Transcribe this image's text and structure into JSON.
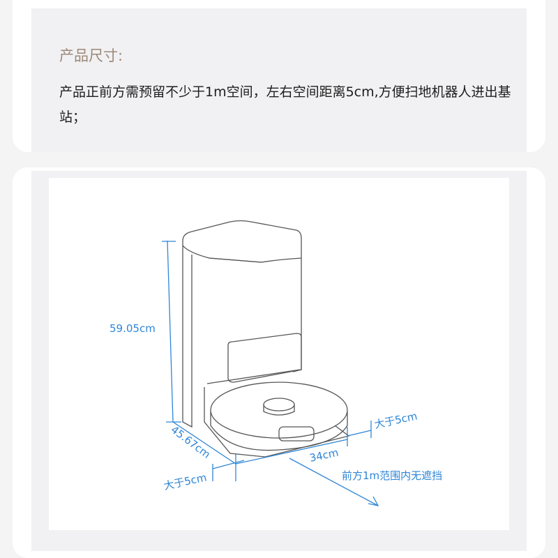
{
  "section": {
    "title": "产品尺寸:",
    "description": "产品正前方需预留不少于1m空间，左右空间距离5cm,方便扫地机器人进出基站；"
  },
  "diagram": {
    "height_label": "59.05cm",
    "depth_label": "45.67cm",
    "width_label": "34cm",
    "side_clearance_right": "大于5cm",
    "side_clearance_left": "大于5cm",
    "front_clearance": "前方1m范围内无遮挡",
    "dimension_color": "#2f86d6",
    "outline_color": "#555555"
  }
}
